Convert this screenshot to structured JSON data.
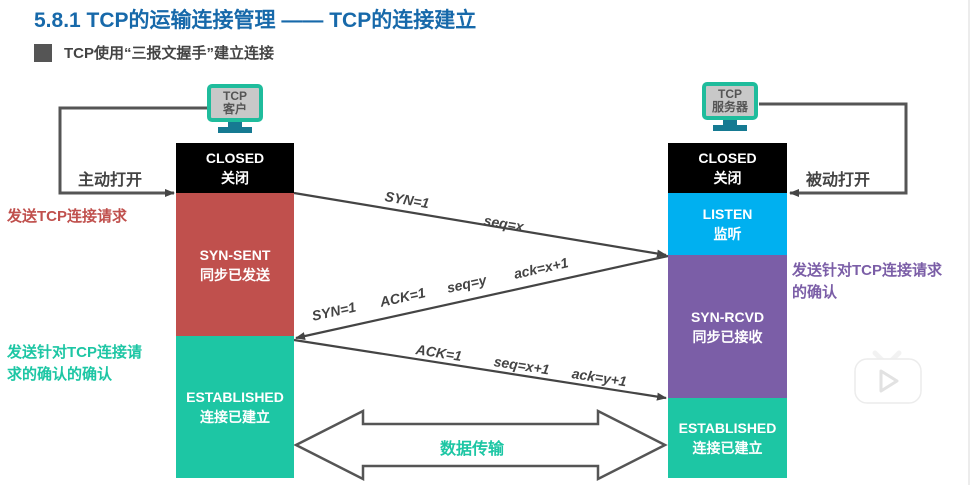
{
  "header": {
    "title": "5.8.1 TCP的运输连接管理 —— TCP的连接建立",
    "subtitle": "TCP使用“三报文握手”建立连接"
  },
  "colors": {
    "title": "#1769aa",
    "closed": "#000000",
    "syn_sent": "#c0504d",
    "established": "#1dc6a4",
    "listen": "#00b0f0",
    "syn_rcvd": "#7b5ea7",
    "monitor_border": "#1fbc9c",
    "client_note": "#c0504d",
    "server_note": "#7b5ea7",
    "ack_note": "#1dc6a4"
  },
  "client": {
    "monitor_line1": "TCP",
    "monitor_line2": "客户",
    "open_label": "主动打开",
    "states": [
      {
        "en": "CLOSED",
        "zh": "关闭"
      },
      {
        "en": "SYN-SENT",
        "zh": "同步已发送"
      },
      {
        "en": "ESTABLISHED",
        "zh": "连接已建立"
      }
    ],
    "note_send_request": "发送TCP连接请求",
    "note_ack_line1": "发送针对TCP连接请",
    "note_ack_line2": "求的确认的确认"
  },
  "server": {
    "monitor_line1": "TCP",
    "monitor_line2": "服务器",
    "open_label": "被动打开",
    "states": [
      {
        "en": "CLOSED",
        "zh": "关闭"
      },
      {
        "en": "LISTEN",
        "zh": "监听"
      },
      {
        "en": "SYN-RCVD",
        "zh": "同步已接收"
      },
      {
        "en": "ESTABLISHED",
        "zh": "连接已建立"
      }
    ],
    "note_line1": "发送针对TCP连接请求",
    "note_line2": "的确认"
  },
  "messages": {
    "m1": {
      "syn": "SYN=1",
      "seq": "seq=x"
    },
    "m2": {
      "syn": "SYN=1",
      "ack_flag": "ACK=1",
      "seq": "seq=y",
      "ack": "ack=x+1"
    },
    "m3": {
      "ack_flag": "ACK=1",
      "seq": "seq=x+1",
      "ack": "ack=y+1"
    }
  },
  "data_transfer_label": "数据传输",
  "overlay": {
    "icon": "tv-play-icon"
  }
}
